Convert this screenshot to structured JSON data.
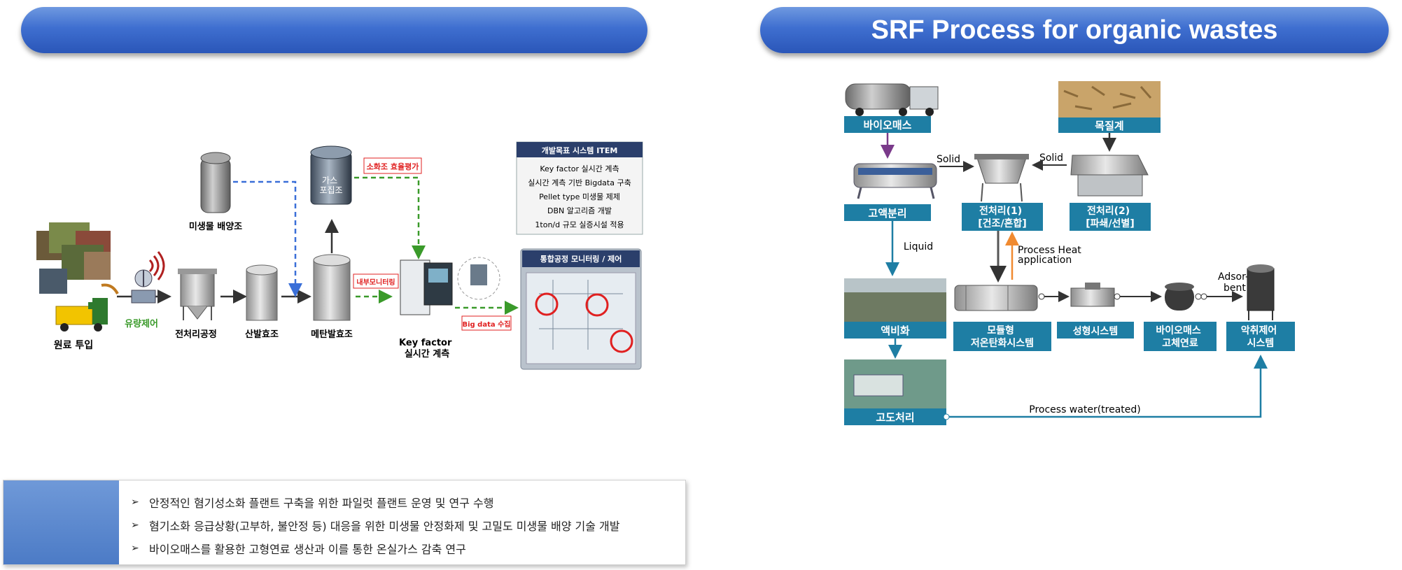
{
  "left_panel": {
    "title": "",
    "labels": {
      "raw_input": "원료 투입",
      "flow_control": "유량제어",
      "pretreatment": "전처리공정",
      "acid_ferm": "산발효조",
      "methane_ferm": "메탄발효조",
      "microbe_tank": "미생물 배양조",
      "gas_tank": "가스\n포집조",
      "digestion_eval": "소화조 효율평가",
      "internal_monitoring": "내부모니터링",
      "key_factor": "Key factor\n실시간 계측",
      "big_data": "Big data 수집"
    },
    "goals": {
      "header": "개발목표 시스템 ITEM",
      "items": [
        "Key factor 실시간 계측",
        "실시간 계측 기반 Bigdata 구축",
        "Pellet type 미생물 제제",
        "DBN 알고리즘 개발",
        "1ton/d 규모 실증시설 적용"
      ]
    },
    "monitor": {
      "header": "통합공정 모니터링 / 제어"
    }
  },
  "right_panel": {
    "title": "SRF Process for organic wastes",
    "labels": {
      "biomass": "바이오매스",
      "wood": "목질계",
      "solid_left": "Solid",
      "solid_right": "Solid",
      "solid_liquid_sep": "고액분리",
      "pre1": "전처리(1)\n[건조/혼합]",
      "pre2": "전처리(2)\n[파쇄/선별]",
      "liquid": "Liquid",
      "process_heat": "Process Heat\napplication",
      "liquefaction": "액비화",
      "modular": "모듈형\n저온탄화시스템",
      "forming": "성형시스템",
      "solid_fuel": "바이오매스\n고체연료",
      "adsorbent": "Adsor-\nbent",
      "odor": "악취제어\n시스템",
      "advanced": "고도처리",
      "process_water": "Process water(treated)"
    }
  },
  "notes": [
    "안정적인 혐기성소화 플랜트 구축을 위한 파일럿 플랜트 운영 및 연구 수행",
    "혐기소화 응급상황(고부하, 불안정 등) 대응을 위한 미생물 안정화제 및 고밀도 미생물 배양 기술 개발",
    "바이오매스를 활용한 고형연료 생산과 이를 통한 온실가스 감축 연구"
  ],
  "colors": {
    "pill_blue": "#3f6fd0",
    "label_teal": "#1e7ea4",
    "red_tag": "#e02020",
    "green_flow": "#3a9a2a",
    "blue_dash": "#3a6fd8"
  },
  "icons": {
    "arrow": "right-triangle-arrow-icon",
    "signal": "wireless-signal-icon"
  }
}
